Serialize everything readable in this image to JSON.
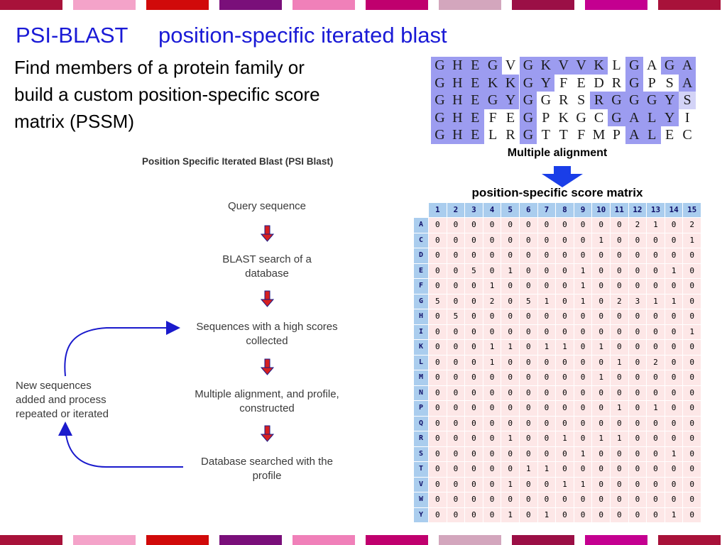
{
  "colors": {
    "title": "#1a1ad6",
    "stripe_segments": [
      "#a8123a",
      "#f4a3c9",
      "#d10a0a",
      "#7a0f7a",
      "#f080b9",
      "#c0006e",
      "#d3a6bd",
      "#9b0f46",
      "#c40090"
    ],
    "align_highlight": "#9c9cf0",
    "pssm_header": "#aacdee",
    "pssm_cell": "#fde7e7",
    "flow_arrow": "#1a1acc"
  },
  "title": "PSI-BLAST     position-specific iterated blast",
  "intro": [
    "Find members of a protein family or",
    "build a custom position-specific score",
    "matrix (PSSM)"
  ],
  "alignment": {
    "rows": [
      "GHEGVGKVVKLGAGA",
      "GHEKKGYFEDRGPSA",
      "GHEGYGGRSRGGGYS",
      "GHEFEGPKGCGALYI",
      "GHELRGTTFMPALEC"
    ],
    "highlight": [
      [
        1,
        1,
        1,
        1,
        0,
        1,
        1,
        1,
        1,
        1,
        0,
        1,
        0,
        1,
        1
      ],
      [
        1,
        1,
        1,
        1,
        1,
        1,
        1,
        0,
        0,
        0,
        0,
        1,
        0,
        0,
        1
      ],
      [
        1,
        1,
        1,
        1,
        1,
        1,
        0,
        0,
        0,
        1,
        1,
        1,
        1,
        1,
        2
      ],
      [
        1,
        1,
        1,
        0,
        0,
        1,
        0,
        0,
        0,
        0,
        1,
        1,
        1,
        1,
        0
      ],
      [
        1,
        1,
        1,
        0,
        0,
        1,
        0,
        0,
        0,
        0,
        0,
        1,
        1,
        0,
        0
      ]
    ],
    "caption": "Multiple alignment"
  },
  "pssm": {
    "caption": "position-specific score matrix",
    "columns": [
      "1",
      "2",
      "3",
      "4",
      "5",
      "6",
      "7",
      "8",
      "9",
      "10",
      "11",
      "12",
      "13",
      "14",
      "15"
    ],
    "rows": [
      {
        "aa": "A",
        "values": [
          0,
          0,
          0,
          0,
          0,
          0,
          0,
          0,
          0,
          0,
          0,
          2,
          1,
          0,
          2
        ]
      },
      {
        "aa": "C",
        "values": [
          0,
          0,
          0,
          0,
          0,
          0,
          0,
          0,
          0,
          1,
          0,
          0,
          0,
          0,
          1
        ]
      },
      {
        "aa": "D",
        "values": [
          0,
          0,
          0,
          0,
          0,
          0,
          0,
          0,
          0,
          0,
          0,
          0,
          0,
          0,
          0
        ]
      },
      {
        "aa": "E",
        "values": [
          0,
          0,
          5,
          0,
          1,
          0,
          0,
          0,
          1,
          0,
          0,
          0,
          0,
          1,
          0
        ]
      },
      {
        "aa": "F",
        "values": [
          0,
          0,
          0,
          1,
          0,
          0,
          0,
          0,
          1,
          0,
          0,
          0,
          0,
          0,
          0
        ]
      },
      {
        "aa": "G",
        "values": [
          5,
          0,
          0,
          2,
          0,
          5,
          1,
          0,
          1,
          0,
          2,
          3,
          1,
          1,
          0
        ]
      },
      {
        "aa": "H",
        "values": [
          0,
          5,
          0,
          0,
          0,
          0,
          0,
          0,
          0,
          0,
          0,
          0,
          0,
          0,
          0
        ]
      },
      {
        "aa": "I",
        "values": [
          0,
          0,
          0,
          0,
          0,
          0,
          0,
          0,
          0,
          0,
          0,
          0,
          0,
          0,
          1
        ]
      },
      {
        "aa": "K",
        "values": [
          0,
          0,
          0,
          1,
          1,
          0,
          1,
          1,
          0,
          1,
          0,
          0,
          0,
          0,
          0
        ]
      },
      {
        "aa": "L",
        "values": [
          0,
          0,
          0,
          1,
          0,
          0,
          0,
          0,
          0,
          0,
          1,
          0,
          2,
          0,
          0
        ]
      },
      {
        "aa": "M",
        "values": [
          0,
          0,
          0,
          0,
          0,
          0,
          0,
          0,
          0,
          1,
          0,
          0,
          0,
          0,
          0
        ]
      },
      {
        "aa": "N",
        "values": [
          0,
          0,
          0,
          0,
          0,
          0,
          0,
          0,
          0,
          0,
          0,
          0,
          0,
          0,
          0
        ]
      },
      {
        "aa": "P",
        "values": [
          0,
          0,
          0,
          0,
          0,
          0,
          0,
          0,
          0,
          0,
          1,
          0,
          1,
          0,
          0
        ]
      },
      {
        "aa": "Q",
        "values": [
          0,
          0,
          0,
          0,
          0,
          0,
          0,
          0,
          0,
          0,
          0,
          0,
          0,
          0,
          0
        ]
      },
      {
        "aa": "R",
        "values": [
          0,
          0,
          0,
          0,
          1,
          0,
          0,
          1,
          0,
          1,
          1,
          0,
          0,
          0,
          0
        ]
      },
      {
        "aa": "S",
        "values": [
          0,
          0,
          0,
          0,
          0,
          0,
          0,
          0,
          1,
          0,
          0,
          0,
          0,
          1,
          0
        ]
      },
      {
        "aa": "T",
        "values": [
          0,
          0,
          0,
          0,
          0,
          1,
          1,
          0,
          0,
          0,
          0,
          0,
          0,
          0,
          0
        ]
      },
      {
        "aa": "V",
        "values": [
          0,
          0,
          0,
          0,
          1,
          0,
          0,
          1,
          1,
          0,
          0,
          0,
          0,
          0,
          0
        ]
      },
      {
        "aa": "W",
        "values": [
          0,
          0,
          0,
          0,
          0,
          0,
          0,
          0,
          0,
          0,
          0,
          0,
          0,
          0,
          0
        ]
      },
      {
        "aa": "Y",
        "values": [
          0,
          0,
          0,
          0,
          1,
          0,
          1,
          0,
          0,
          0,
          0,
          0,
          0,
          1,
          0
        ]
      }
    ]
  },
  "flowchart": {
    "title": "Position Specific Iterated Blast (PSI Blast)",
    "steps": [
      "Query sequence",
      "BLAST search of a\ndatabase",
      "Sequences with a high scores\ncollected",
      "Multiple alignment, and profile,\nconstructed",
      "Database searched with the\nprofile"
    ],
    "loop_label": "New sequences\nadded and process\nrepeated or iterated"
  }
}
